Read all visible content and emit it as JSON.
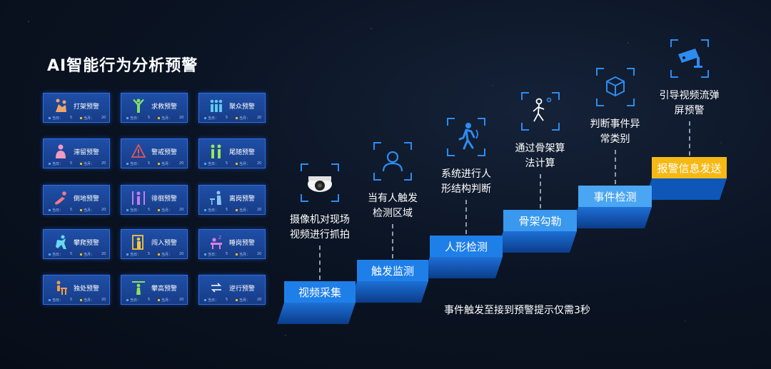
{
  "title": "AI智能行为分析预警",
  "cards": [
    {
      "label": "打架预警",
      "icon": "fight-icon",
      "today_label": "当日：",
      "today": "5",
      "month_label": "当月：",
      "month": "20"
    },
    {
      "label": "求救预警",
      "icon": "help-icon",
      "today_label": "当日：",
      "today": "5",
      "month_label": "当月：",
      "month": "20"
    },
    {
      "label": "聚众预警",
      "icon": "crowd-icon",
      "today_label": "当日：",
      "today": "5",
      "month_label": "当月：",
      "month": "20"
    },
    {
      "label": "滞留预警",
      "icon": "linger-icon",
      "today_label": "当日：",
      "today": "5",
      "month_label": "当月：",
      "month": "20"
    },
    {
      "label": "警戒预警",
      "icon": "warning-icon",
      "today_label": "当日：",
      "today": "5",
      "month_label": "当月：",
      "month": "20"
    },
    {
      "label": "尾随预警",
      "icon": "follow-icon",
      "today_label": "当日：",
      "today": "5",
      "month_label": "当月：",
      "month": "20"
    },
    {
      "label": "倒地预警",
      "icon": "fall-icon",
      "today_label": "当日：",
      "today": "5",
      "month_label": "当月：",
      "month": "20"
    },
    {
      "label": "徘徊预警",
      "icon": "wander-icon",
      "today_label": "当日：",
      "today": "5",
      "month_label": "当月：",
      "month": "20"
    },
    {
      "label": "离岗预警",
      "icon": "leave-post-icon",
      "today_label": "当日：",
      "today": "5",
      "month_label": "当月：",
      "month": "20"
    },
    {
      "label": "攀爬预警",
      "icon": "climb-icon",
      "today_label": "当日：",
      "today": "5",
      "month_label": "当月：",
      "month": "20"
    },
    {
      "label": "闯入预警",
      "icon": "intrude-icon",
      "today_label": "当日：",
      "today": "5",
      "month_label": "当月：",
      "month": "20"
    },
    {
      "label": "睡岗预警",
      "icon": "sleep-post-icon",
      "today_label": "当日：",
      "today": "5",
      "month_label": "当月：",
      "month": "20"
    },
    {
      "label": "独处预警",
      "icon": "alone-icon",
      "today_label": "当日：",
      "today": "5",
      "month_label": "当月：",
      "month": "20"
    },
    {
      "label": "攀高预警",
      "icon": "climb-high-icon",
      "today_label": "当日：",
      "today": "5",
      "month_label": "当月：",
      "month": "20"
    },
    {
      "label": "逆行预警",
      "icon": "reverse-icon",
      "today_label": "当日：",
      "today": "5",
      "month_label": "当月：",
      "month": "20"
    }
  ],
  "steps": [
    {
      "label": "视频采集",
      "caption_lines": [
        "摄像机对现场",
        "视频进行抓拍"
      ],
      "icon": "camera-dome-icon",
      "color": "#1f7fe8"
    },
    {
      "label": "触发监测",
      "caption_lines": [
        "当有人触发",
        "检测区域"
      ],
      "icon": "person-scan-icon",
      "color": "#1f7fe8"
    },
    {
      "label": "人形检测",
      "caption_lines": [
        "系统进行人",
        "形结构判断"
      ],
      "icon": "walking-person-icon",
      "color": "#1f7fe8"
    },
    {
      "label": "骨架勾勒",
      "caption_lines": [
        "通过骨架算",
        "法计算"
      ],
      "icon": "skeleton-icon",
      "color": "#3a98ee"
    },
    {
      "label": "事件检测",
      "caption_lines": [
        "判断事件异",
        "常类别"
      ],
      "icon": "cube-scan-icon",
      "color": "#4aa6f2"
    },
    {
      "label": "报警信息发送",
      "caption_lines": [
        "引导视频流弹",
        "屏预警"
      ],
      "icon": "surveillance-camera-icon",
      "color": "#f6b914"
    }
  ],
  "note": "事件触发至接到预警提示仅需3秒",
  "colors": {
    "accent": "#1f7fe8",
    "alert": "#f6b914",
    "card": "#1f4fa8",
    "today_dot": "#4da3ff",
    "month_dot": "#f6b914"
  }
}
